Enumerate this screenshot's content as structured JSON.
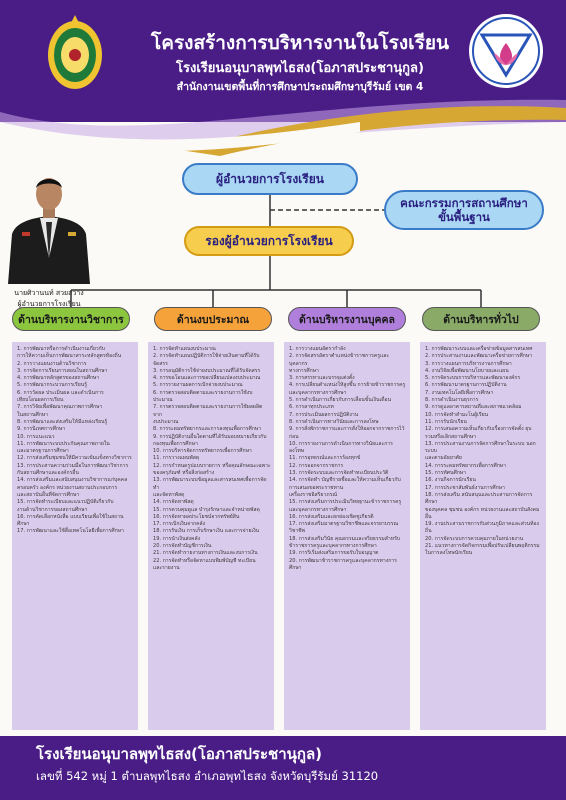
{
  "header": {
    "title": "โครงสร้างการบริหารงานในโรงเรียน",
    "school": "โรงเรียนอนุบาลพุทไธสง(โอภาสประชานุกูล)",
    "office": "สำนักงานเขตพื้นที่การศึกษาประถมศึกษาบุรีรัมย์ เขต 4"
  },
  "person": {
    "name": "นายศิวานนท์  สวยสว่าง",
    "role": "ผู้อำนวยการโรงเรียน"
  },
  "org": {
    "director": "ผู้อำนวยการโรงเรียน",
    "deputy": "รองผู้อำนวยการโรงเรียน",
    "board_line1": "คณะกรรมการสถานศึกษา",
    "board_line2": "ขั้นพื้นฐาน"
  },
  "departments": [
    {
      "title": "ด้านบริหารงานวิชาการ",
      "color": "#8cc63f",
      "items": [
        "1. การพัฒนาหรือการดำเนินงานเกี่ยวกับ",
        "การให้ความเห็นการพัฒนาสาระหลักสูตรท้องถิ่น",
        "2. การวางแผนงานด้านวิชาการ",
        "3. การจัดการเรียนการสอนในสถานศึกษา",
        "4. การพัฒนาหลักสูตรของสถานศึกษา",
        "5. การพัฒนากระบวนการเรียนรู้",
        "6. การวัดผล ประเมินผล และดำเนินการ",
        "เทียบโอนผลการเรียน",
        "7. การวิจัยเพื่อพัฒนาคุณภาพการศึกษา",
        "ในสถานศึกษา",
        "8. การพัฒนาและส่งเสริมให้มีแหล่งเรียนรู้",
        "9. การนิเทศการศึกษา",
        "10. การแนะแนว",
        "11. การพัฒนาระบบประกันคุณภาพภายใน",
        "และมาตรฐานการศึกษา",
        "12. การส่งเสริมชุมชนให้มีความเข้มแข็งทางวิชาการ",
        "13. การประสานความร่วมมือในการพัฒนาวิชาการ",
        "กับสถานศึกษาและองค์กรอื่น",
        "14. การส่งเสริมและสนับสนุนงานวิชาการแก่บุคคล",
        "ครอบครัว องค์กร หน่วยงานสถานประกอบการ",
        "และสถาบันอื่นที่จัดการศึกษา",
        "15. การจัดทำระเบียบและแนวปฏิบัติเกี่ยวกับ",
        "งานด้านวิชาการของสถานศึกษา",
        "16. การคัดเลือกหนังสือ แบบเรียนเพื่อใช้ในสถานศึกษา",
        "17. การพัฒนาและใช้สื่อเทคโนโลยีเพื่อการศึกษา"
      ]
    },
    {
      "title": "ด้านงบประมาณ",
      "color": "#f5a23a",
      "items": [
        "1. การจัดทำแผนงบประมาณ",
        "2. การจัดทำแผนปฏิบัติการใช้จ่ายเงินตามที่ได้รับจัดสรร",
        "3. การอนุมัติการใช้จ่ายงบประมาณที่ได้รับจัดสรร",
        "4. การขอโอนและการขอเปลี่ยนแปลงงบประมาณ",
        "5. การรายงานผลการเบิกจ่ายงบประมาณ",
        "6. การตรวจสอบติดตามและรายงานการใช้งบประมาณ",
        "7. การตรวจสอบติดตามและรายงานการใช้ผลผลิตจาก",
        "งบประมาณ",
        "8. การระดมทรัพยากรและการลงทุนเพื่อการศึกษา",
        "9. การปฏิบัติงานอื่นใดตามที่ได้รับมอบหมายเกี่ยวกับ",
        "กองทุนเพื่อการศึกษา",
        "10. การบริหารจัดการทรัพยากรเพื่อการศึกษา",
        "11. การวางแผนพัสดุ",
        "12. การกำหนดรูปแบบรายการ หรือคุณลักษณะเฉพาะ",
        "ของครุภัณฑ์ หรือสิ่งก่อสร้าง",
        "13. การพัฒนาระบบข้อมูลและสารสนเทศเพื่อการจัดทำ",
        "และจัดหาพัสดุ",
        "14. การจัดหาพัสดุ",
        "15. การควบคุมดูแล บำรุงรักษาและจำหน่ายพัสดุ",
        "16. การจัดหาผลประโยชน์จากทรัพย์สิน",
        "17. การเบิกเงินจากคลัง",
        "18. การรับเงิน การเก็บรักษาเงิน และการจ่ายเงิน",
        "19. การนำเงินส่งคลัง",
        "20. การจัดทำบัญชีการเงิน",
        "21. การจัดทำรายงานทางการเงินและงบการเงิน",
        "22. การจัดทำหรือจัดหาแบบพิมพ์บัญชี ทะเบียน",
        "และรายงาน"
      ]
    },
    {
      "title": "ด้านบริหารงานบุคคล",
      "color": "#b07fdc",
      "items": [
        "1. การวางแผนอัตรากำลัง",
        "2. การจัดสรรอัตราตำแหน่งข้าราชการครูและบุคลากร",
        "ทางการศึกษา",
        "3. การสรรหาและบรรจุแต่งตั้ง",
        "4. การเปลี่ยนตำแหน่งให้สูงขึ้น การย้ายข้าราชการครู",
        "และบุคลากรทางการศึกษา",
        "5. การดำเนินการเกี่ยวกับการเลื่อนขั้นเงินเดือน",
        "6. การลาทุกประเภท",
        "7. การประเมินผลการปฏิบัติงาน",
        "8. การดำเนินการทางวินัยและการลงโทษ",
        "9. การสั่งพักราชการและการสั่งให้ออกจากราชการไว้ก่อน",
        "10. การรายงานการดำเนินการทางวินัยและการลงโทษ",
        "11. การอุทธรณ์และการร้องทุกข์",
        "12. การออกจากราชการ",
        "13. การจัดระบบและการจัดทำทะเบียนประวัติ",
        "14. การจัดทำ บัญชีรายชื่อและให้ความเห็นเกี่ยวกับ",
        "การเสนอขอพระราชทาน",
        "เครื่องราชอิสริยาภรณ์",
        "15. การส่งเสริมการประเมินวิทยฐานะข้าราชการครู",
        "และบุคลากรทางการศึกษา",
        "16. การส่งเสริมและยกย่องเชิดชูเกียรติ",
        "17. การส่งเสริมมาตรฐานวิชาชีพและจรรยาบรรณวิชาชีพ",
        "18. การส่งเสริมวินัย คุณธรรมและจริยธรรมสำหรับ",
        "ข้าราชการครูและบุคลากรทางการศึกษา",
        "19. การริเริ่มส่งเสริมการขอรับใบอนุญาต",
        "20. การพัฒนาข้าราชการครูและบุคลากรทางการศึกษา"
      ]
    },
    {
      "title": "ด้านบริหารทั่วไป",
      "color": "#8aab68",
      "items": [
        "1. การพัฒนาระบบและเครือข่ายข้อมูลสารสนเทศ",
        "2. การประสานงานและพัฒนาเครือข่ายการศึกษา",
        "3. การวางแผนการบริหารงานการศึกษา",
        "4. งานวิจัยเพื่อพัฒนานโยบายและแผน",
        "5. การจัดระบบการบริหารและพัฒนาองค์กร",
        "6. การพัฒนามาตรฐานการปฏิบัติงาน",
        "7. งานเทคโนโลยีเพื่อการศึกษา",
        "8. การดำเนินงานธุรการ",
        "9. การดูแลอาคารสถานที่และสภาพแวดล้อม",
        "10. การจัดทำสำมะโนผู้เรียน",
        "11. การรับนักเรียน",
        "12. การเสนอความเห็นเกี่ยวกับเรื่องการจัดตั้ง ยุบ",
        "รวมหรือเลิกสถานศึกษา",
        "13. การประสานงานการจัดการศึกษาในระบบ นอกระบบ",
        "และตามอัธยาศัย",
        "14. การระดมทรัพยากรเพื่อการศึกษา",
        "15. การทัศนศึกษา",
        "16. งานกิจการนักเรียน",
        "17. การประชาสัมพันธ์งานการศึกษา",
        "18. การส่งเสริม สนับสนุนและประสานการจัดการศึกษา",
        "ของบุคคล ชุมชน องค์กร หน่วยงานและสถาบันสังคมอื่น",
        "19. งานประสานราชการกับส่วนภูมิภาคและส่วนท้องถิ่น",
        "20. การจัดระบบการควบคุมภายในหน่วยงาน",
        "21. แนวทางการจัดกิจกรรมเพื่อปรับเปลี่ยนพฤติกรรม",
        "ในการลงโทษนักเรียน"
      ]
    }
  ],
  "footer": {
    "school": "โรงเรียนอนุบาลพุทไธสง(โอภาสประชานุกูล)",
    "address": "เลขที่ 542 หมู่ 1 ตำบลพุทไธสง อำเภอพุทไธสง  จังหวัดบุรีรัมย์ 31120"
  },
  "colors": {
    "primary": "#4a1c86",
    "gold": "#d7a733",
    "column_bg": "#d9cbeb"
  }
}
